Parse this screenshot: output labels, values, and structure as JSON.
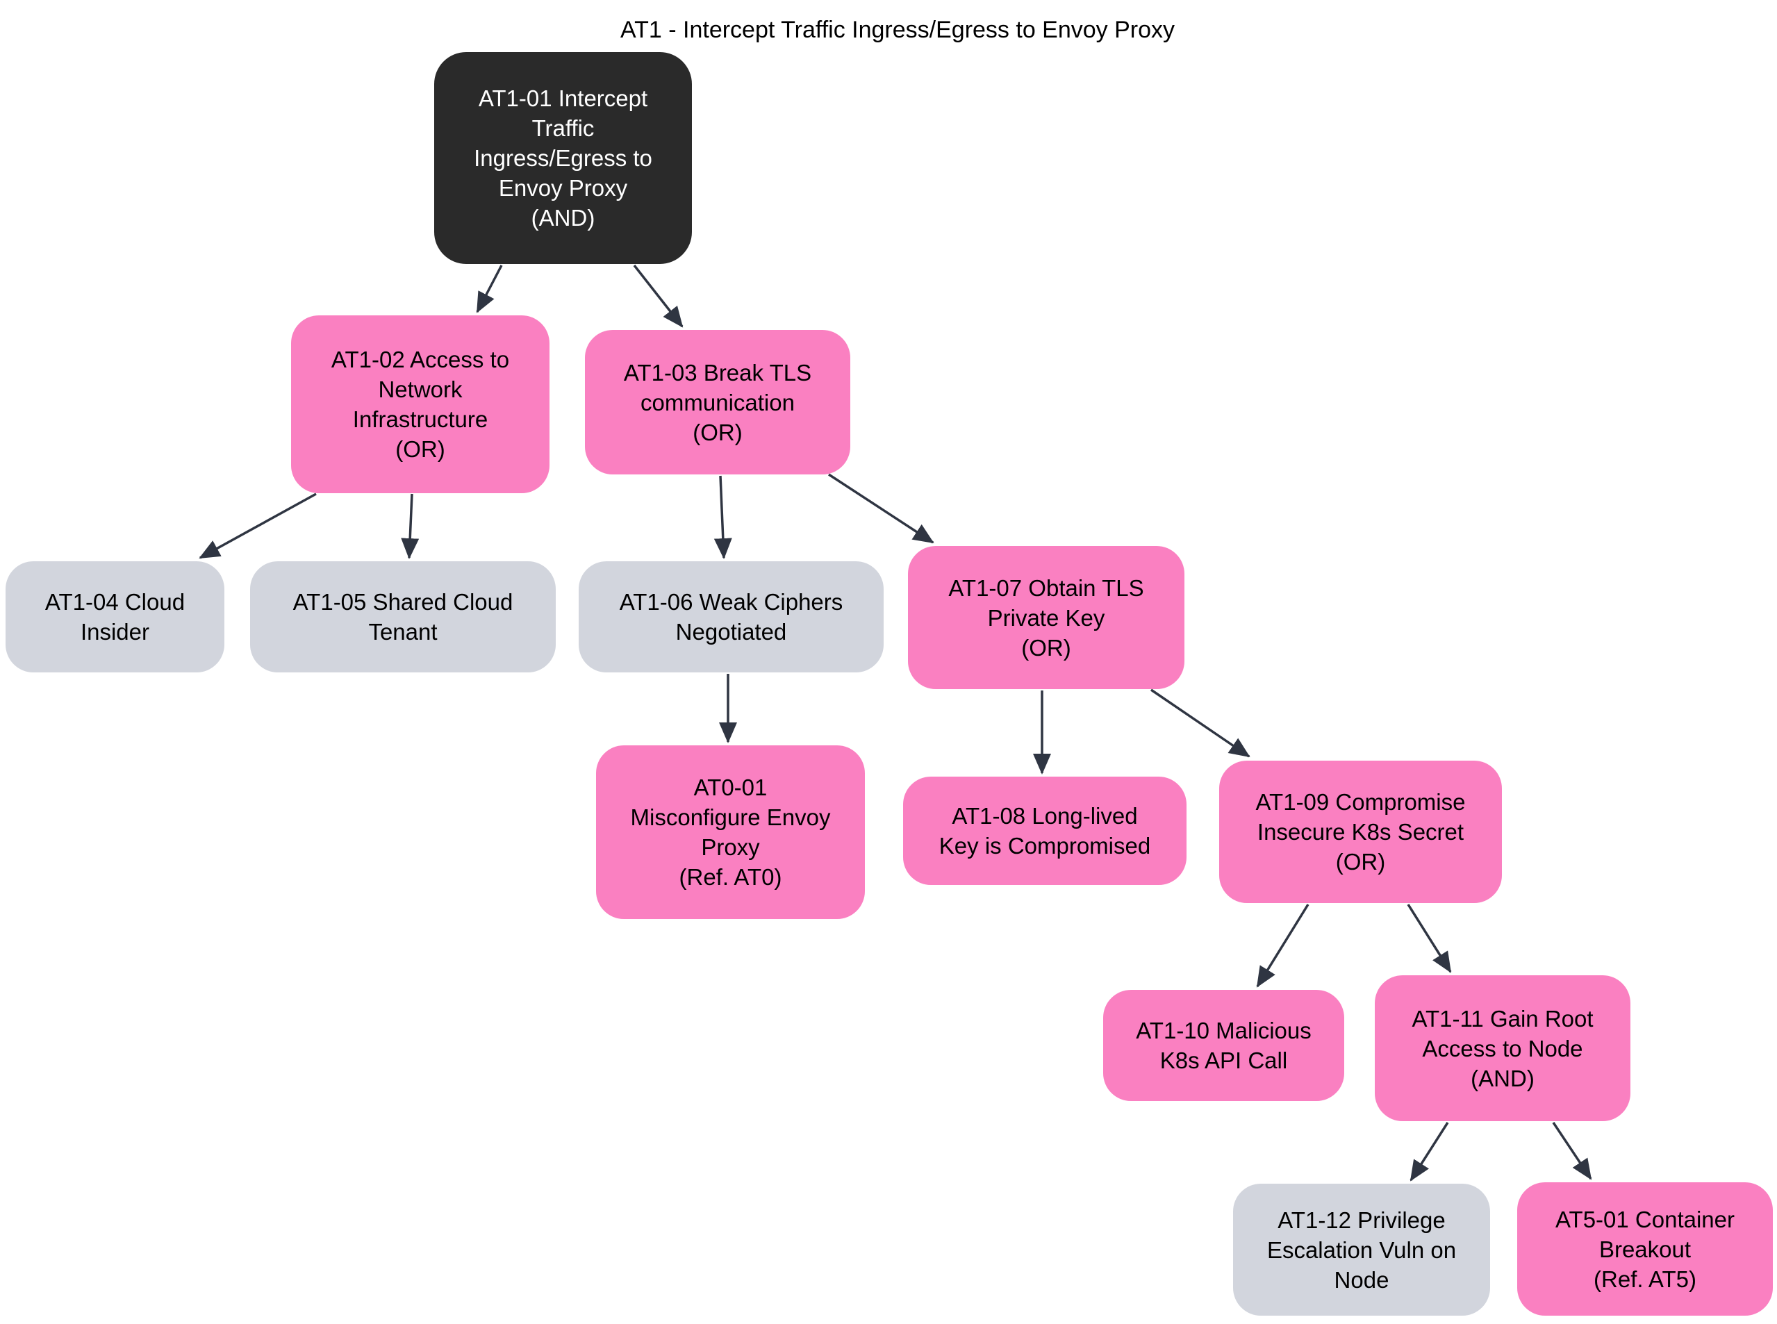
{
  "diagram": {
    "title": "AT1 - Intercept Traffic Ingress/Egress to Envoy Proxy",
    "type": "attack-tree",
    "colors": {
      "node_pink": "#fa80c1",
      "node_gray": "#d2d5dd",
      "node_dark": "#2a2a2a",
      "edge": "#2f3542",
      "text_on_dark": "#ffffff",
      "text_on_light": "#000000",
      "background": "#ffffff"
    },
    "nodes": [
      {
        "id": "AT1-01",
        "gate": "AND",
        "style": "dark",
        "text": "AT1-01 Intercept\nTraffic\nIngress/Egress to\nEnvoy Proxy\n(AND)"
      },
      {
        "id": "AT1-02",
        "gate": "OR",
        "style": "pink",
        "text": "AT1-02 Access to\nNetwork\nInfrastructure\n(OR)"
      },
      {
        "id": "AT1-03",
        "gate": "OR",
        "style": "pink",
        "text": "AT1-03 Break TLS\ncommunication\n(OR)"
      },
      {
        "id": "AT1-04",
        "gate": "",
        "style": "gray",
        "text": "AT1-04 Cloud\nInsider"
      },
      {
        "id": "AT1-05",
        "gate": "",
        "style": "gray",
        "text": "AT1-05 Shared Cloud\nTenant"
      },
      {
        "id": "AT1-06",
        "gate": "",
        "style": "gray",
        "text": "AT1-06 Weak Ciphers\nNegotiated"
      },
      {
        "id": "AT1-07",
        "gate": "OR",
        "style": "pink",
        "text": "AT1-07 Obtain TLS\nPrivate Key\n(OR)"
      },
      {
        "id": "AT0-01",
        "gate": "Ref. AT0",
        "style": "pink",
        "text": "AT0-01\nMisconfigure Envoy\nProxy\n(Ref. AT0)"
      },
      {
        "id": "AT1-08",
        "gate": "",
        "style": "pink",
        "text": "AT1-08 Long-lived\nKey is Compromised"
      },
      {
        "id": "AT1-09",
        "gate": "OR",
        "style": "pink",
        "text": "AT1-09 Compromise\nInsecure K8s Secret\n(OR)"
      },
      {
        "id": "AT1-10",
        "gate": "",
        "style": "pink",
        "text": "AT1-10 Malicious\nK8s API Call"
      },
      {
        "id": "AT1-11",
        "gate": "AND",
        "style": "pink",
        "text": "AT1-11 Gain Root\nAccess to Node\n(AND)"
      },
      {
        "id": "AT1-12",
        "gate": "",
        "style": "gray",
        "text": "AT1-12 Privilege\nEscalation Vuln on\nNode"
      },
      {
        "id": "AT5-01",
        "gate": "Ref. AT5",
        "style": "pink",
        "text": "AT5-01 Container\nBreakout\n(Ref. AT5)"
      }
    ],
    "edges": [
      {
        "from": "AT1-01",
        "to": "AT1-02"
      },
      {
        "from": "AT1-01",
        "to": "AT1-03"
      },
      {
        "from": "AT1-02",
        "to": "AT1-04"
      },
      {
        "from": "AT1-02",
        "to": "AT1-05"
      },
      {
        "from": "AT1-03",
        "to": "AT1-06"
      },
      {
        "from": "AT1-03",
        "to": "AT1-07"
      },
      {
        "from": "AT1-06",
        "to": "AT0-01"
      },
      {
        "from": "AT1-07",
        "to": "AT1-08"
      },
      {
        "from": "AT1-07",
        "to": "AT1-09"
      },
      {
        "from": "AT1-09",
        "to": "AT1-10"
      },
      {
        "from": "AT1-09",
        "to": "AT1-11"
      },
      {
        "from": "AT1-11",
        "to": "AT1-12"
      },
      {
        "from": "AT1-11",
        "to": "AT5-01"
      }
    ]
  }
}
